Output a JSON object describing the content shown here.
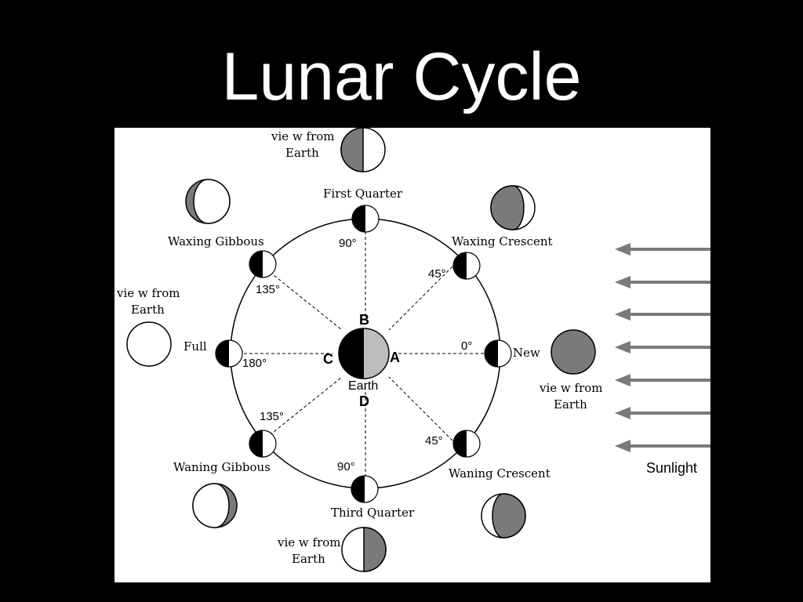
{
  "slide": {
    "title": "Lunar Cycle"
  },
  "diagram": {
    "colors": {
      "background": "#000000",
      "panel": "#ffffff",
      "shade": "#7a7a7a",
      "earth_lit": "#bdbdbd",
      "arrow": "#7a7a7a",
      "ink": "#000000"
    },
    "phases": {
      "first_quarter": "First Quarter",
      "waxing_crescent": "Waxing Crescent",
      "new": "New",
      "waning_crescent": "Waning Crescent",
      "third_quarter": "Third Quarter",
      "waning_gibbous": "Waning Gibbous",
      "full": "Full",
      "waxing_gibbous": "Waxing Gibbous"
    },
    "angles": {
      "top": "90°",
      "top_right": "45°",
      "right": "0°",
      "bottom_right": "45°",
      "bottom": "90°",
      "bottom_left": "135°",
      "left": "180°",
      "top_left": "135°"
    },
    "points": {
      "a": "A",
      "b": "B",
      "c": "C",
      "d": "D"
    },
    "earth_label": "Earth",
    "view_labels": {
      "top_line1": "vie w from",
      "top_line2": "Earth",
      "left_line1": "vie w from",
      "left_line2": "Earth",
      "right_line1": "vie w from",
      "right_line2": "Earth",
      "bottom_line1": "vie w from",
      "bottom_line2": "Earth"
    },
    "sunlight_label": "Sunlight"
  }
}
